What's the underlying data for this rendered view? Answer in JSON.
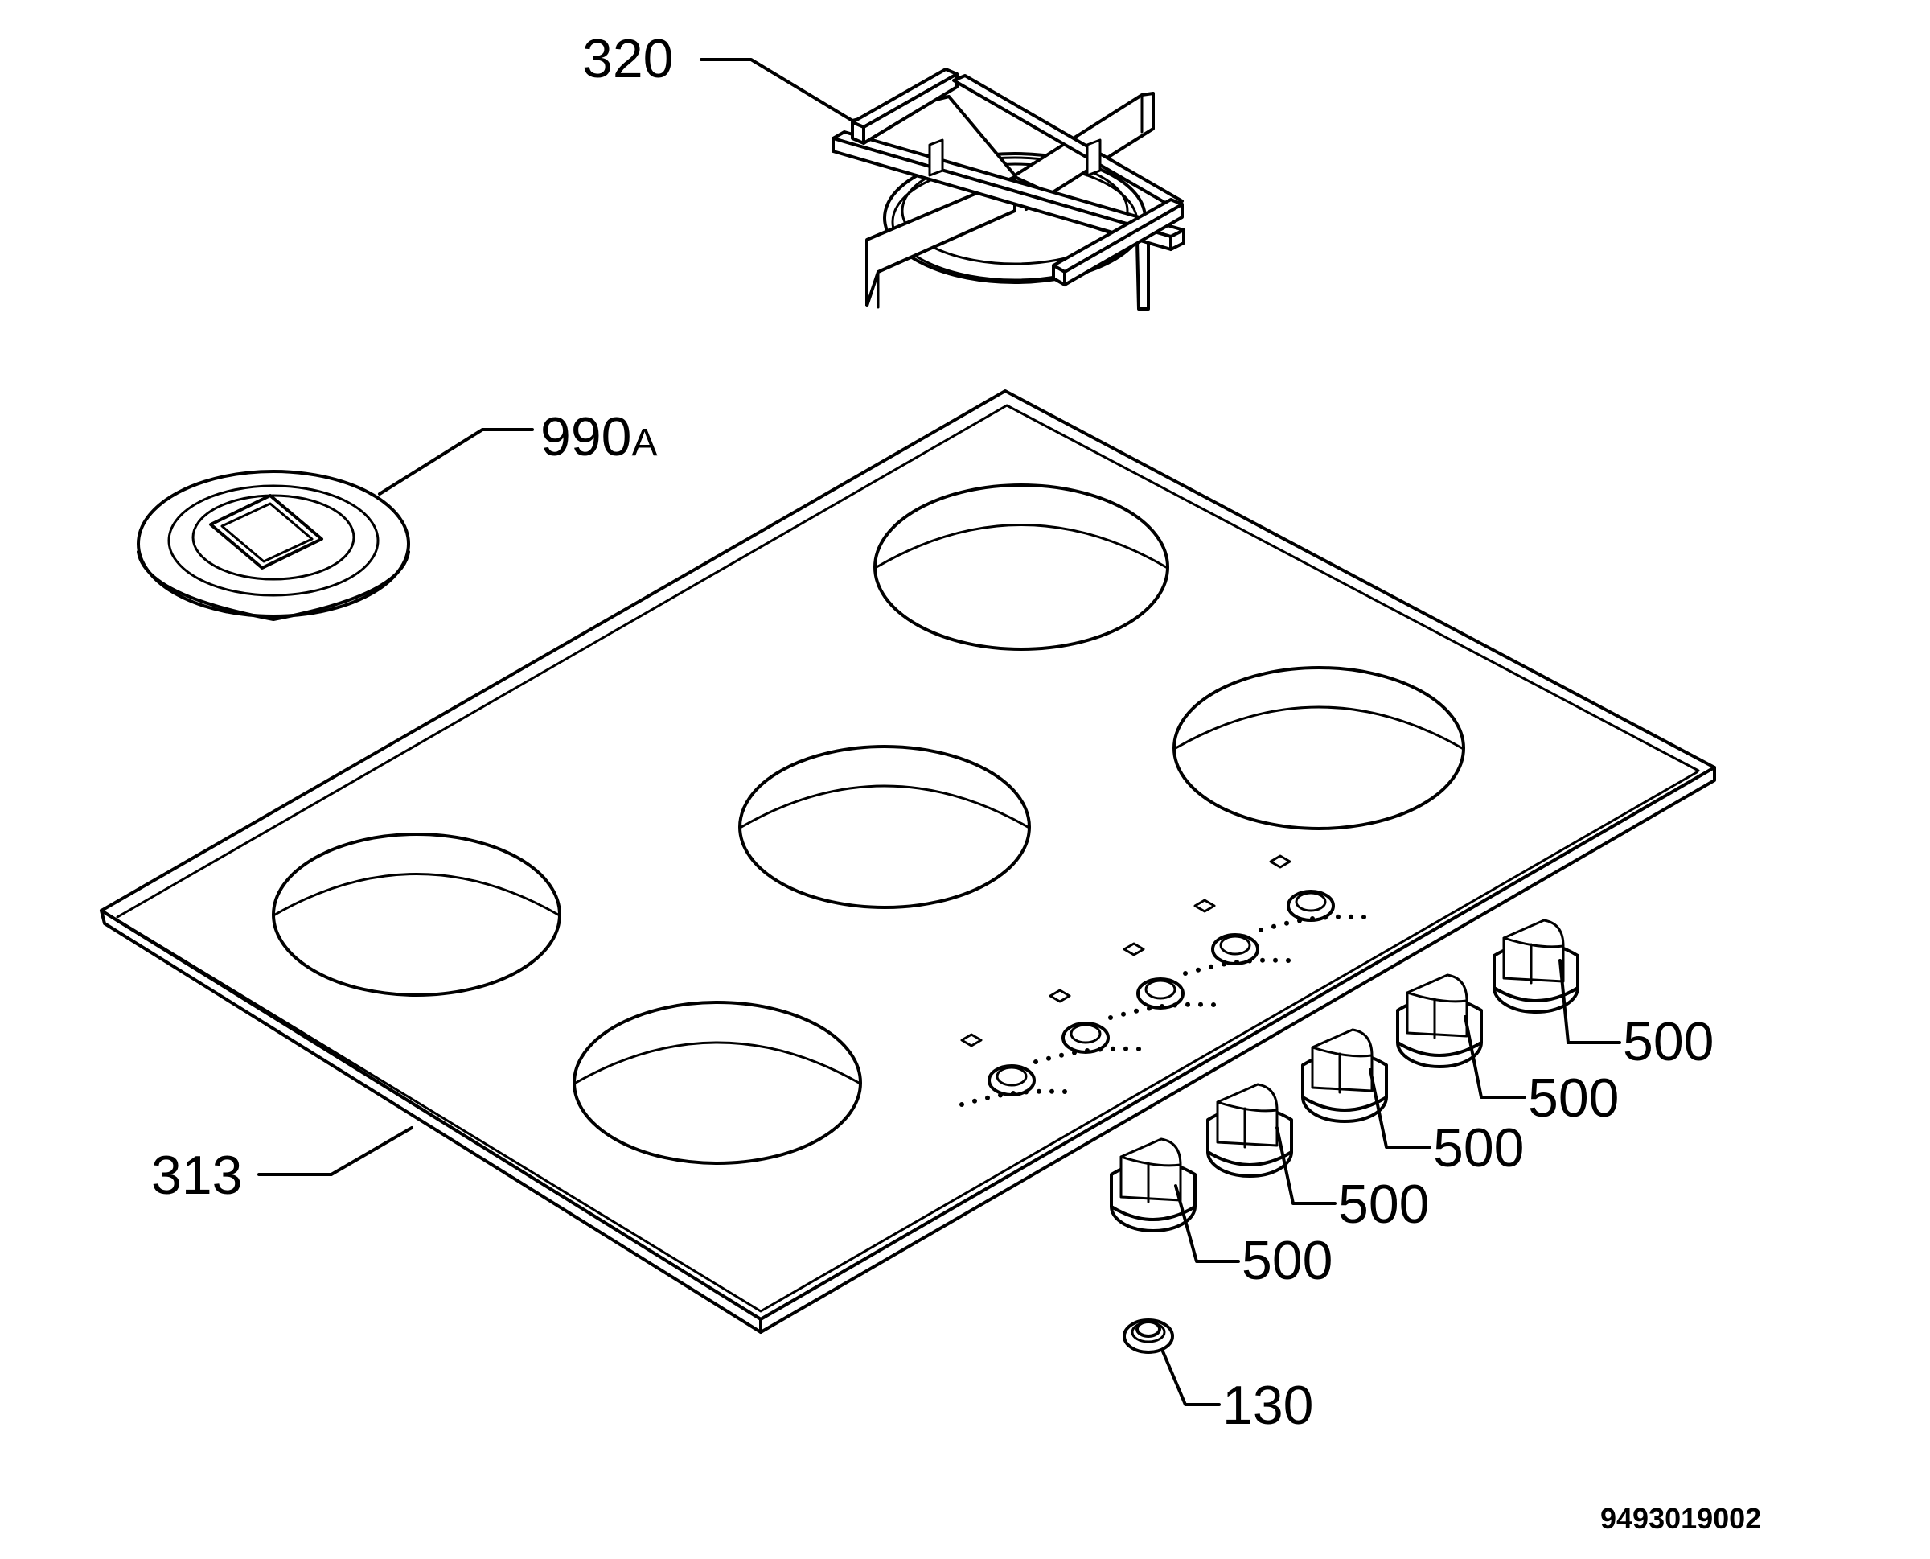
{
  "diagram": {
    "callouts": {
      "pan_support": "320",
      "cover_disc": {
        "number": "990",
        "suffix": "A"
      },
      "hob_top": "313",
      "knob_1": "500",
      "knob_2": "500",
      "knob_3": "500",
      "knob_4": "500",
      "knob_5": "500",
      "grommet": "130"
    },
    "document_number": "9493019002",
    "colors": {
      "line": "#000000",
      "background": "#ffffff"
    }
  }
}
